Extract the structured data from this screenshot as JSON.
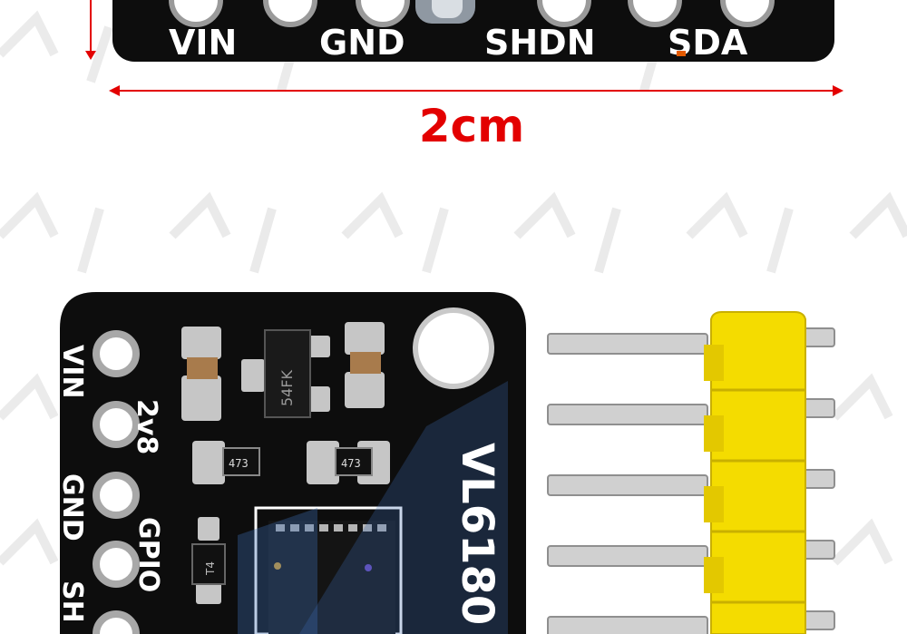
{
  "top_strip": {
    "pin_labels": [
      "VIN",
      "GND",
      "SHDN",
      "SDA"
    ]
  },
  "dimension": {
    "label": "2cm"
  },
  "board": {
    "side_labels": [
      "VIN",
      "2v8",
      "GND",
      "GPIO",
      "SH"
    ],
    "chip_labels": [
      "473",
      "473"
    ],
    "regulator_label": "54FK",
    "transistor_label": "T4",
    "product_text": "VL6180"
  },
  "colors": {
    "pcb": "#0d0d0d",
    "silkscreen": "#ffffff",
    "pad": "#c9c9c9",
    "header": "#f4dc00",
    "pins": "#c8c8c8",
    "dimension": "#e30000",
    "watermark": "#d9d9d9",
    "sensor_overlay": "#3d6db2"
  }
}
